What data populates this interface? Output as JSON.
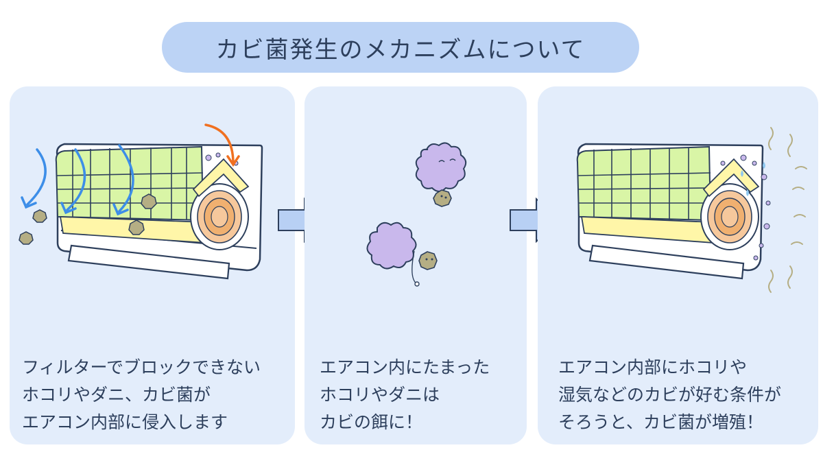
{
  "title": "カビ菌発生のメカニズムについて",
  "panels": [
    {
      "lines": [
        "フィルターでブロックできない",
        "ホコリやダニ、カビ菌が",
        "エアコン内部に侵入します"
      ]
    },
    {
      "lines": [
        "エアコン内にたまった",
        "ホコリやダニは",
        "カビの餌に！"
      ]
    },
    {
      "lines": [
        "エアコン内部にホコリや",
        "湿気などのカビが好む条件が",
        "そろうと、カビ菌が増殖！"
      ]
    }
  ],
  "colors": {
    "title_bg": "#bcd3f5",
    "panel_bg": "#e3edfb",
    "text": "#2d3f5c",
    "filter": "#d9f5a6",
    "airflow_arrow": "#3d8ee8",
    "orange_arrow": "#f07020",
    "fan": "#f6c89c",
    "mold": "#c9b8ec",
    "dust": "#b5ae84",
    "step_arrow": "#b8d0f4"
  }
}
